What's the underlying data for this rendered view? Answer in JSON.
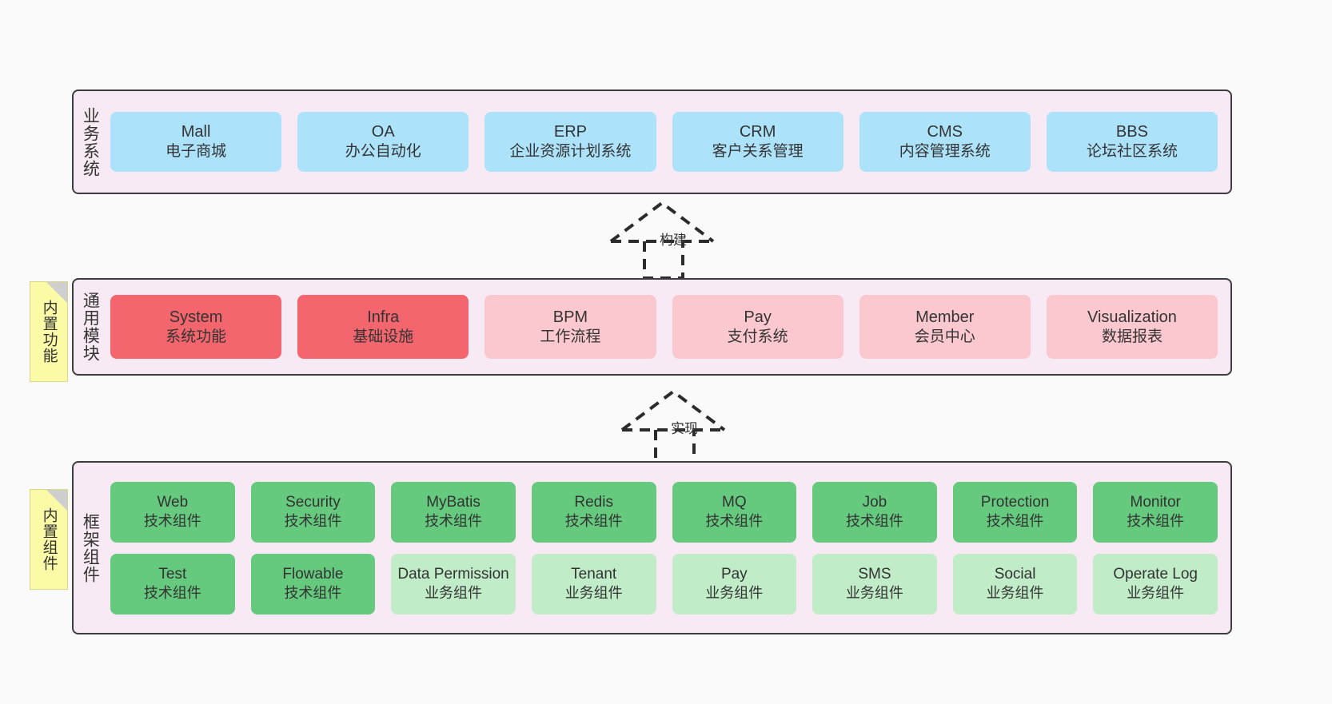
{
  "diagram": {
    "background_color": "#fafafa",
    "layer_bg_color": "#f8eaf4",
    "layer_border_color": "#3d3d3d",
    "note_color": "#fbfaa6"
  },
  "notes": [
    {
      "label": "内置功能"
    },
    {
      "label": "内置组件"
    }
  ],
  "connectors": [
    {
      "label": "构建",
      "style": "dashed-hollow-arrow-up"
    },
    {
      "label": "实现",
      "style": "dashed-hollow-arrow-up"
    }
  ],
  "layers": [
    {
      "title": "业务系统",
      "rows": [
        {
          "cards": [
            {
              "name": "Mall",
              "desc": "电子商城",
              "color": "#ace3fb"
            },
            {
              "name": "OA",
              "desc": "办公自动化",
              "color": "#ace3fb"
            },
            {
              "name": "ERP",
              "desc": "企业资源计划系统",
              "color": "#ace3fb"
            },
            {
              "name": "CRM",
              "desc": "客户关系管理",
              "color": "#ace3fb"
            },
            {
              "name": "CMS",
              "desc": "内容管理系统",
              "color": "#ace3fb"
            },
            {
              "name": "BBS",
              "desc": "论坛社区系统",
              "color": "#ace3fb"
            }
          ]
        }
      ]
    },
    {
      "title": "通用模块",
      "rows": [
        {
          "cards": [
            {
              "name": "System",
              "desc": "系统功能",
              "color": "#f4666e"
            },
            {
              "name": "Infra",
              "desc": "基础设施",
              "color": "#f4666e"
            },
            {
              "name": "BPM",
              "desc": "工作流程",
              "color": "#fbc8d0"
            },
            {
              "name": "Pay",
              "desc": "支付系统",
              "color": "#fbc8d0"
            },
            {
              "name": "Member",
              "desc": "会员中心",
              "color": "#fbc8d0"
            },
            {
              "name": "Visualization",
              "desc": "数据报表",
              "color": "#fbc8d0"
            }
          ]
        }
      ]
    },
    {
      "title": "框架组件",
      "rows": [
        {
          "cards": [
            {
              "name": "Web",
              "desc": "技术组件",
              "color": "#65c97e"
            },
            {
              "name": "Security",
              "desc": "技术组件",
              "color": "#65c97e"
            },
            {
              "name": "MyBatis",
              "desc": "技术组件",
              "color": "#65c97e"
            },
            {
              "name": "Redis",
              "desc": "技术组件",
              "color": "#65c97e"
            },
            {
              "name": "MQ",
              "desc": "技术组件",
              "color": "#65c97e"
            },
            {
              "name": "Job",
              "desc": "技术组件",
              "color": "#65c97e"
            },
            {
              "name": "Protection",
              "desc": "技术组件",
              "color": "#65c97e"
            },
            {
              "name": "Monitor",
              "desc": "技术组件",
              "color": "#65c97e"
            }
          ]
        },
        {
          "cards": [
            {
              "name": "Test",
              "desc": "技术组件",
              "color": "#65c97e"
            },
            {
              "name": "Flowable",
              "desc": "技术组件",
              "color": "#65c97e"
            },
            {
              "name": "Data Permission",
              "desc": "业务组件",
              "color": "#c0ecc8"
            },
            {
              "name": "Tenant",
              "desc": "业务组件",
              "color": "#c0ecc8"
            },
            {
              "name": "Pay",
              "desc": "业务组件",
              "color": "#c0ecc8"
            },
            {
              "name": "SMS",
              "desc": "业务组件",
              "color": "#c0ecc8"
            },
            {
              "name": "Social",
              "desc": "业务组件",
              "color": "#c0ecc8"
            },
            {
              "name": "Operate Log",
              "desc": "业务组件",
              "color": "#c0ecc8"
            }
          ]
        }
      ]
    }
  ]
}
